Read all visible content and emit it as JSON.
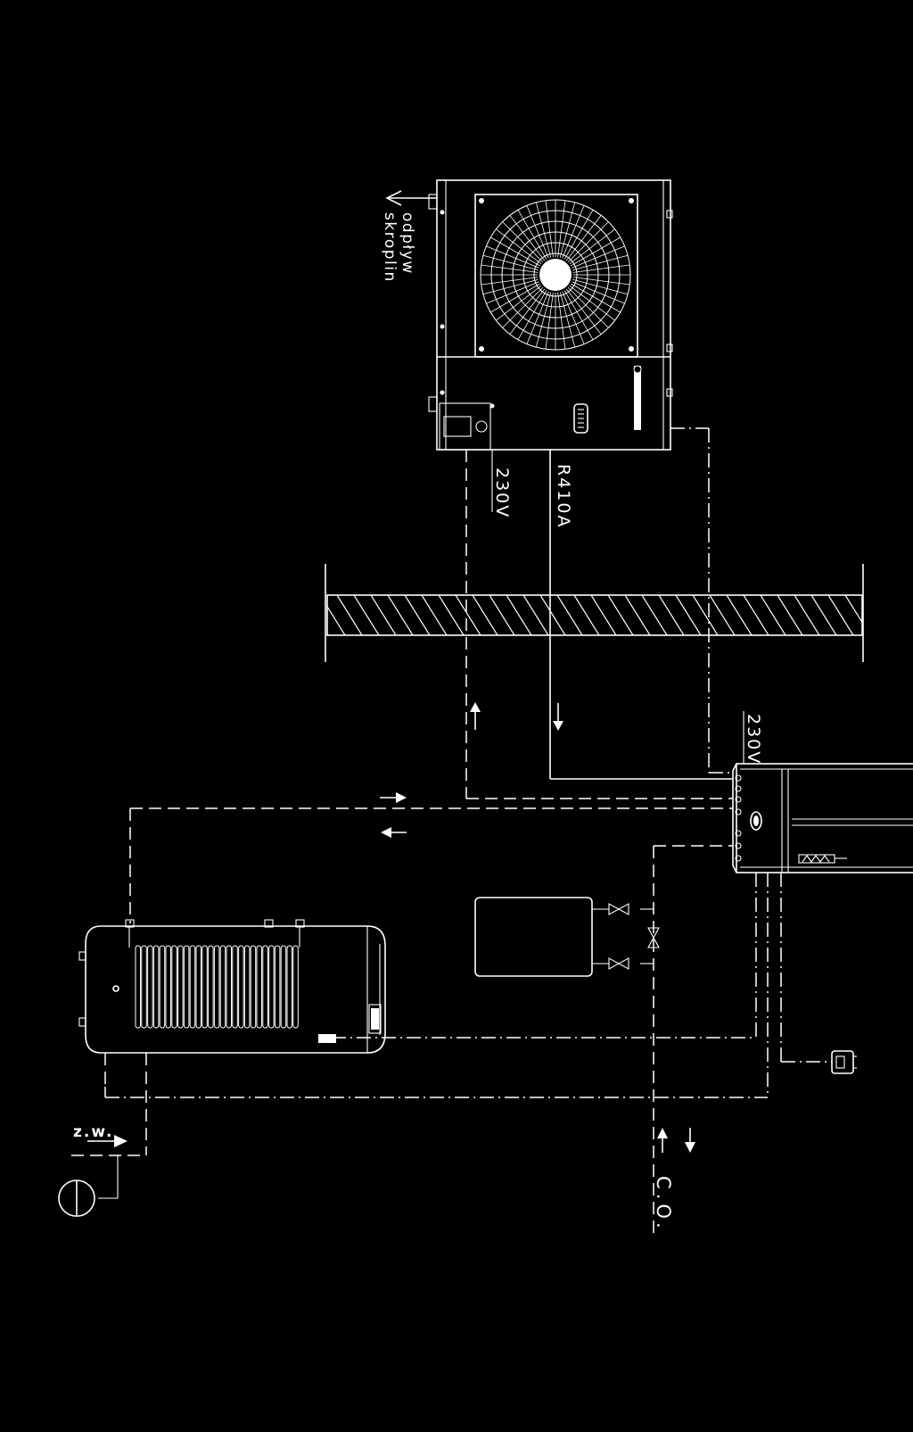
{
  "labels": {
    "drain_line1": "odpływ",
    "drain_line2": "skroplin",
    "power_outdoor": "230V",
    "refrigerant": "R410A",
    "power_indoor": "230V",
    "cold_water": "z.w.",
    "central_heating": "C.O."
  },
  "colors": {
    "background": "#000000",
    "line": "#ffffff"
  }
}
